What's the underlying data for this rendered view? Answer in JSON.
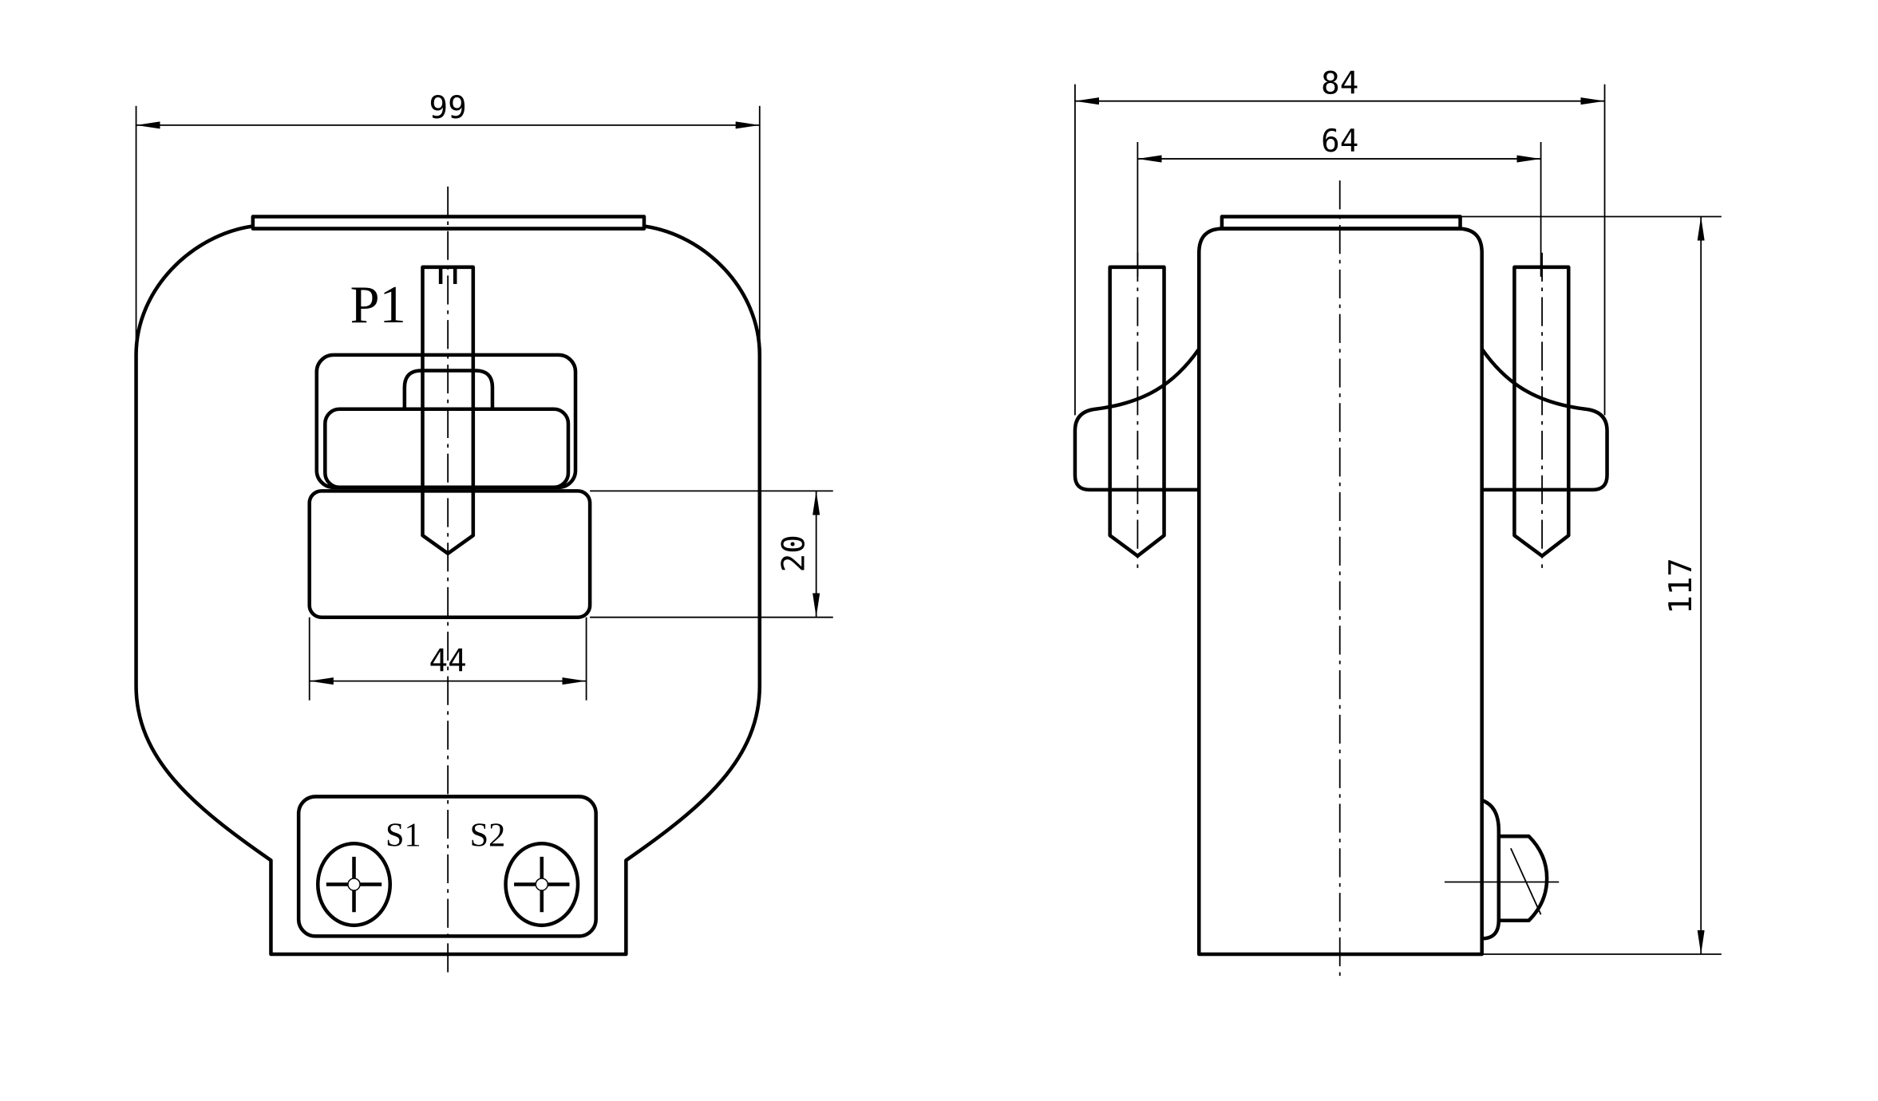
{
  "front_view": {
    "width_dim": "99",
    "window_width_dim": "44",
    "window_height_dim": "20",
    "primary_terminal": "P1",
    "secondary_terminals": [
      "S1",
      "S2"
    ]
  },
  "side_view": {
    "outer_width_dim": "84",
    "pin_spacing_dim": "64",
    "height_dim": "117"
  },
  "colors": {
    "line": "#000000",
    "background": "#ffffff"
  }
}
